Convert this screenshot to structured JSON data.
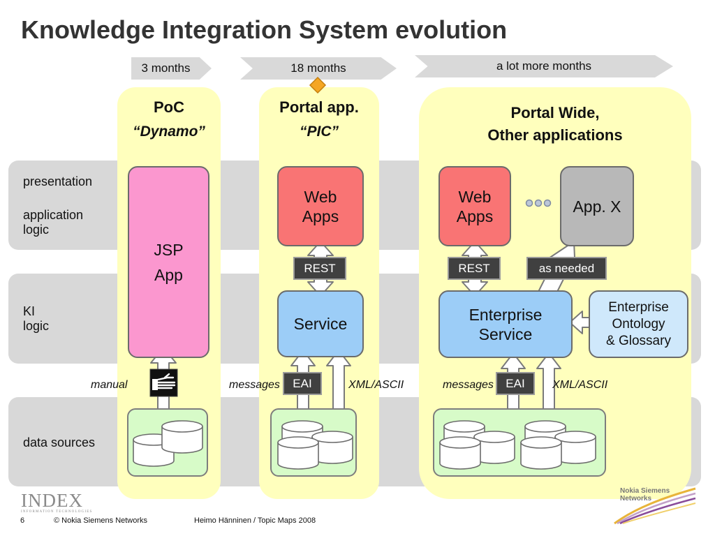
{
  "title": "Knowledge Integration System evolution",
  "timeline": [
    "3 months",
    "18 months",
    "a lot more months"
  ],
  "lanes": {
    "poc": {
      "title": "PoC",
      "subtitle": "“Dynamo”"
    },
    "portal": {
      "title": "Portal app.",
      "subtitle": "“PIC”"
    },
    "wide": {
      "title_line1": "Portal Wide,",
      "title_line2": "Other applications"
    }
  },
  "layers": {
    "presentation": "presentation",
    "application_logic_1": "application",
    "application_logic_2": "logic",
    "ki_1": "KI",
    "ki_2": "logic",
    "data_sources": "data sources"
  },
  "boxes": {
    "jsp_1": "JSP",
    "jsp_2": "App",
    "web_1": "Web",
    "web_2": "Apps",
    "service": "Service",
    "ent_1": "Enterprise",
    "ent_2": "Service",
    "appx": "App. X",
    "onto_1": "Enterprise",
    "onto_2": "Ontology",
    "onto_3": "& Glossary"
  },
  "tags": {
    "rest": "REST",
    "as_needed": "as needed",
    "eai": "EAI"
  },
  "interfaces": {
    "manual": "manual",
    "messages": "messages",
    "xml": "XML/ASCII"
  },
  "footer": {
    "page": "6",
    "copyright": "© Nokia Siemens Networks",
    "author": "Heimo Hänninen / Topic Maps 2008",
    "index_logo": "INDEX",
    "index_sub": "INFORMATION TECHNOLOGIES",
    "nsn_1": "Nokia Siemens",
    "nsn_2": "Networks"
  },
  "colors": {
    "lane": "#ffffbd",
    "band": "#d8d8d8",
    "jsp": "#fb97cf",
    "web_apps": "#f97474",
    "service": "#9ccdf7",
    "ontology": "#cfe8fb",
    "app_x": "#b8b8b8",
    "data_sources": "#d7fbc8",
    "milestone": "#f5a623"
  }
}
